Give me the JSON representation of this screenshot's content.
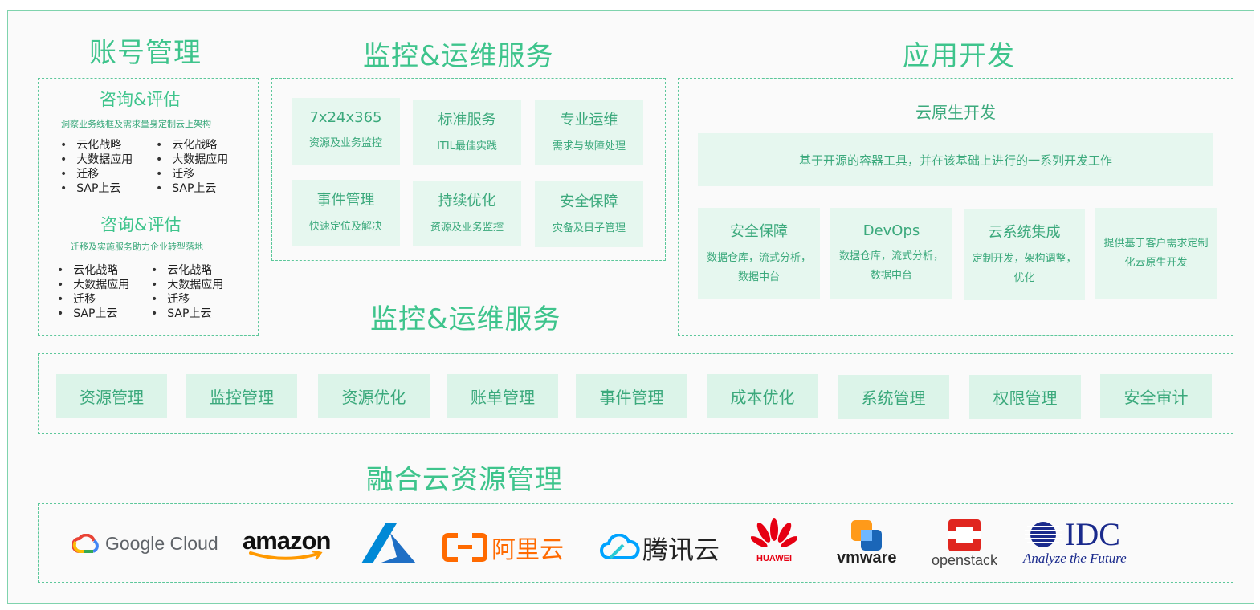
{
  "titles": {
    "account": "账号管理",
    "monitor": "监控&运维服务",
    "appdev": "应用开发",
    "monitor2": "监控&运维服务",
    "fusion": "融合云资源管理"
  },
  "account": {
    "block1": {
      "title": "咨询&评估",
      "subtitle": "洞察业务线框及需求量身定制云上架构",
      "left": [
        "云化战略",
        "大数据应用",
        "迁移",
        "SAP上云"
      ],
      "right": [
        "云化战略",
        "大数据应用",
        "迁移",
        "SAP上云"
      ]
    },
    "block2": {
      "title": "咨询&评估",
      "subtitle": "迁移及实施服务助力企业转型落地",
      "left": [
        "云化战略",
        "大数据应用",
        "迁移",
        "SAP上云"
      ],
      "right": [
        "云化战略",
        "大数据应用",
        "迁移",
        "SAP上云"
      ]
    }
  },
  "monitor": [
    {
      "title": "7x24x365",
      "sub": "资源及业务监控"
    },
    {
      "title": "标准服务",
      "sub": "ITIL最佳实践"
    },
    {
      "title": "专业运维",
      "sub": "需求与故障处理"
    },
    {
      "title": "事件管理",
      "sub": "快速定位及解决"
    },
    {
      "title": "持续优化",
      "sub": "资源及业务监控"
    },
    {
      "title": "安全保障",
      "sub": "灾备及日子管理"
    }
  ],
  "appdev": {
    "heading": "云原生开发",
    "banner": "基于开源的容器工具，并在该基础上进行的一系列开发工作",
    "tiles": [
      {
        "title": "安全保障",
        "sub": "数据仓库，流式分析，数据中台"
      },
      {
        "title": "DevOps",
        "sub": "数据仓库，流式分析，数据中台"
      },
      {
        "title": "云系统集成",
        "sub": "定制开发，架构调整，优化"
      },
      {
        "title": "",
        "sub": "提供基于客户需求定制化云原生开发"
      }
    ]
  },
  "resource_bar": [
    "资源管理",
    "监控管理",
    "资源优化",
    "账单管理",
    "事件管理",
    "成本优化",
    "系统管理",
    "权限管理",
    "安全审计"
  ],
  "logos": {
    "google": "Google Cloud",
    "amazon": "amazon",
    "aliyun": "阿里云",
    "tencent": "腾讯云",
    "huawei": "HUAWEI",
    "vmware": "vmware",
    "openstack": "openstack",
    "idc_name": "IDC",
    "idc_tag": "Analyze the Future"
  },
  "colors": {
    "accent": "#3ec48c",
    "tile_bg": "#e6f7ef",
    "border": "#5cc79a"
  }
}
